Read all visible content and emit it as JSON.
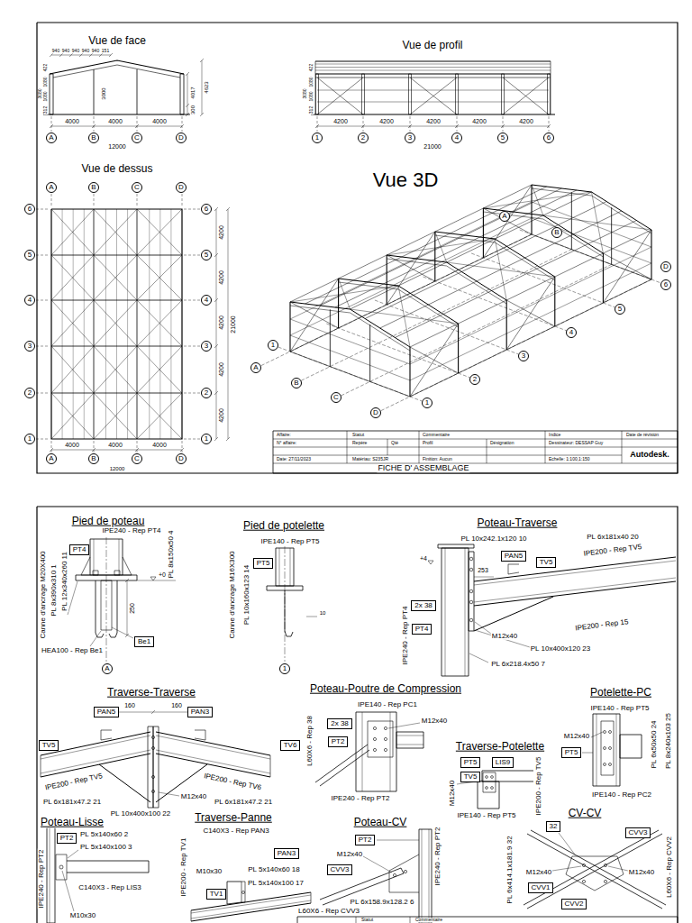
{
  "diagram": {
    "nodes": [
      {
        "text": [
          "A"
        ]
      },
      {
        "text": [
          "B"
        ]
      },
      {
        "text": [
          "C"
        ]
      },
      {
        "text": [
          "D"
        ]
      },
      {
        "text": [
          "1"
        ]
      },
      {
        "text": [
          "2"
        ]
      },
      {
        "text": [
          "3"
        ]
      },
      {
        "text": [
          "4"
        ]
      },
      {
        "text": [
          "5"
        ]
      },
      {
        "text": [
          "6"
        ]
      },
      {
        "text": [
          "A"
        ]
      },
      {
        "text": [
          "B"
        ]
      },
      {
        "text": [
          "C"
        ]
      },
      {
        "text": [
          "D"
        ]
      },
      {
        "text": [
          "6"
        ]
      },
      {
        "text": [
          "5"
        ]
      },
      {
        "text": [
          "4"
        ]
      },
      {
        "text": [
          "3"
        ]
      },
      {
        "text": [
          "2"
        ]
      },
      {
        "text": [
          "1"
        ]
      },
      {
        "text": [
          "6"
        ]
      },
      {
        "text": [
          "5"
        ]
      },
      {
        "text": [
          "4"
        ]
      },
      {
        "text": [
          "3"
        ]
      },
      {
        "text": [
          "2"
        ]
      },
      {
        "text": [
          "1"
        ]
      },
      {
        "text": [
          "A"
        ]
      },
      {
        "text": [
          "B"
        ]
      },
      {
        "text": [
          "C"
        ]
      },
      {
        "text": [
          "D"
        ]
      },
      {
        "text": [
          "1"
        ]
      },
      {
        "text": [
          "A"
        ]
      },
      {
        "text": [
          "B"
        ]
      },
      {
        "text": [
          "C"
        ]
      },
      {
        "text": [
          "D"
        ]
      },
      {
        "text": [
          "1"
        ]
      },
      {
        "text": [
          "2"
        ]
      },
      {
        "text": [
          "3"
        ]
      },
      {
        "text": [
          "4"
        ]
      },
      {
        "text": [
          "5"
        ]
      },
      {
        "text": [
          "6"
        ]
      },
      {
        "text": [
          "D"
        ]
      },
      {
        "text": [
          "A"
        ]
      },
      {
        "text": [
          "B"
        ]
      },
      {
        "text": [
          "PT4"
        ]
      },
      {
        "text": [
          "Be1"
        ]
      },
      {
        "text": [
          "A"
        ]
      },
      {
        "text": [
          "PT5"
        ]
      },
      {
        "text": [
          "1"
        ]
      },
      {
        "text": [
          "PAN5"
        ]
      },
      {
        "text": [
          "TV5"
        ]
      },
      {
        "text": [
          "2x 38"
        ]
      },
      {
        "text": [
          "PT4"
        ]
      },
      {
        "text": [
          "PAN5"
        ]
      },
      {
        "text": [
          "PAN3"
        ]
      },
      {
        "text": [
          "TV5"
        ]
      },
      {
        "text": [
          "TV6"
        ]
      },
      {
        "text": [
          "2x 38"
        ]
      },
      {
        "text": [
          "PT2"
        ]
      },
      {
        "text": [
          "PT5"
        ]
      },
      {
        "text": [
          "LIS9"
        ]
      },
      {
        "text": [
          "TV5"
        ]
      },
      {
        "text": [
          "PT5"
        ]
      },
      {
        "text": [
          "PT2"
        ]
      },
      {
        "text": [
          "PAN3"
        ]
      },
      {
        "text": [
          "TV1"
        ]
      },
      {
        "text": [
          "PT2"
        ]
      },
      {
        "text": [
          "CVV3"
        ]
      },
      {
        "text": [
          "32"
        ]
      },
      {
        "text": [
          "CVV3"
        ]
      },
      {
        "text": [
          "CVV1"
        ]
      },
      {
        "text": [
          "CVV2"
        ]
      }
    ],
    "labels": [
      "Vue de face",
      "940",
      "940",
      "940",
      "940",
      "940",
      "151",
      "3080",
      "312",
      "1080",
      "1080",
      "422",
      "3000",
      "4017",
      "4623",
      "300",
      "4000",
      "4000",
      "4000",
      "12000",
      "Vue de profil",
      "312",
      "1080",
      "1080",
      "422",
      "3080",
      "4200",
      "4200",
      "4200",
      "4200",
      "4200",
      "21000",
      "Vue de dessus",
      "4200",
      "4200",
      "4200",
      "4200",
      "4200",
      "21000",
      "4000",
      "4000",
      "4000",
      "12000",
      "Vue 3D",
      "Affaire:",
      "Statut",
      "Commentaire",
      "Repère",
      "Qté",
      "Profil",
      "Désignation",
      "Indice",
      "Date de révision",
      "N° affaire:",
      "Date: 27/11/2023",
      "Matériau: S235JR",
      "Finition: Aucun",
      "Dessinateur: DESSAP Guy",
      "Echelle: 1:100,1:150",
      "FICHE D' ASSEMBLAGE",
      "Autodesk.",
      "Pied de poteau",
      "IPE240 - Rep PT4",
      "PL 8x150x50 4",
      "Canne d'ancrage M20X400",
      "PL 8x390x310 1",
      "PL 12x340x260 11",
      "250",
      "+0",
      "HEA100 - Rep Be1",
      "Pied de potelette",
      "IPE140 - Rep PT5",
      "Canne d'ancrage M16X300",
      "PL 10x160x123 14",
      "10",
      "Poteau-Traverse",
      "PL 10x242.1x120 10",
      "PL 6x181x40 20",
      "IPE200 - Rep TV5",
      "253",
      "+4",
      "IPE240 - Rep PT4",
      "M12x40",
      "IPE200 - Rep 15",
      "PL 10x400x120 23",
      "PL 6x218.4x50 7",
      "Traverse-Traverse",
      "160",
      "160",
      "IPE200 - Rep TV5",
      "IPE200 - Rep TV6",
      "M12x40",
      "PL 6x181x47.2 21",
      "PL 6x181x47.2 21",
      "PL 10x400x100 22",
      "Poteau-Poutre de Compression",
      "IPE140 - Rep PC1",
      "M12x40",
      "L60X6 - Rep 38",
      "IPE240 - Rep PT2",
      "Traverse-Potelette",
      "M12x40",
      "IPE200 - Rep TV5",
      "IPE140 - Rep PT5",
      "Potelette-PC",
      "IPE140 - Rep PT5",
      "M12x40",
      "PL 6x50x50 24",
      "PL 8x240x103 25",
      "IPE140 - Rep PC2",
      "Poteau-Lisse",
      "IPE240 - Rep PT2",
      "PL 5x140x60 2",
      "PL 5x140x100 3",
      "C140X3 - Rep LIS3",
      "M10x30",
      "Traverse-Panne",
      "C140X3 - Rep PAN3",
      "IPE200 - Rep TV1",
      "M10x30",
      "PL 5x140x60 18",
      "PL 5x140x100 17",
      "Poteau-CV",
      "M12x40",
      "IPE240 - Rep PT2",
      "L60X6 - Rep CVV3",
      "PL 6x158.9x128.2 6",
      "CV-CV",
      "M12x40",
      "M12x40",
      "PL 6x414.1x181.9 32",
      "L60X6 - Rep CVV2",
      "Statut",
      "Commentaire"
    ]
  }
}
